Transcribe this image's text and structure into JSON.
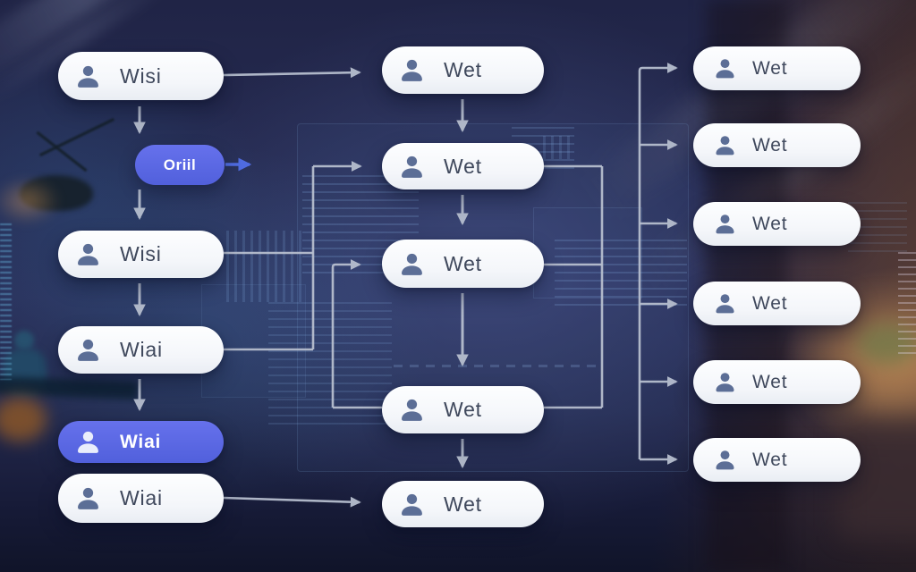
{
  "colors": {
    "accent": "#6671ec",
    "accent_dark": "#5160dc",
    "arrow_blue": "#4f6be0",
    "line": "#b6bece",
    "icon": "#5c6e96",
    "text": "#3f485c",
    "node_bg": "#f7f9fc"
  },
  "icons": {
    "node_avatar": "person-icon"
  },
  "nodes": {
    "l1": {
      "label": "Wisi"
    },
    "pill": {
      "label": "Oriil"
    },
    "l2": {
      "label": "Wisi"
    },
    "l3": {
      "label": "Wiai"
    },
    "l4": {
      "label": "Wiai"
    },
    "l5": {
      "label": "Wiai"
    },
    "m1": {
      "label": "Wet"
    },
    "m2": {
      "label": "Wet"
    },
    "m3": {
      "label": "Wet"
    },
    "m4": {
      "label": "Wet"
    },
    "m5": {
      "label": "Wet"
    },
    "r1": {
      "label": "Wet"
    },
    "r2": {
      "label": "Wet"
    },
    "r3": {
      "label": "Wet"
    },
    "r4": {
      "label": "Wet"
    },
    "r5": {
      "label": "Wet"
    },
    "r6": {
      "label": "Wet"
    }
  }
}
